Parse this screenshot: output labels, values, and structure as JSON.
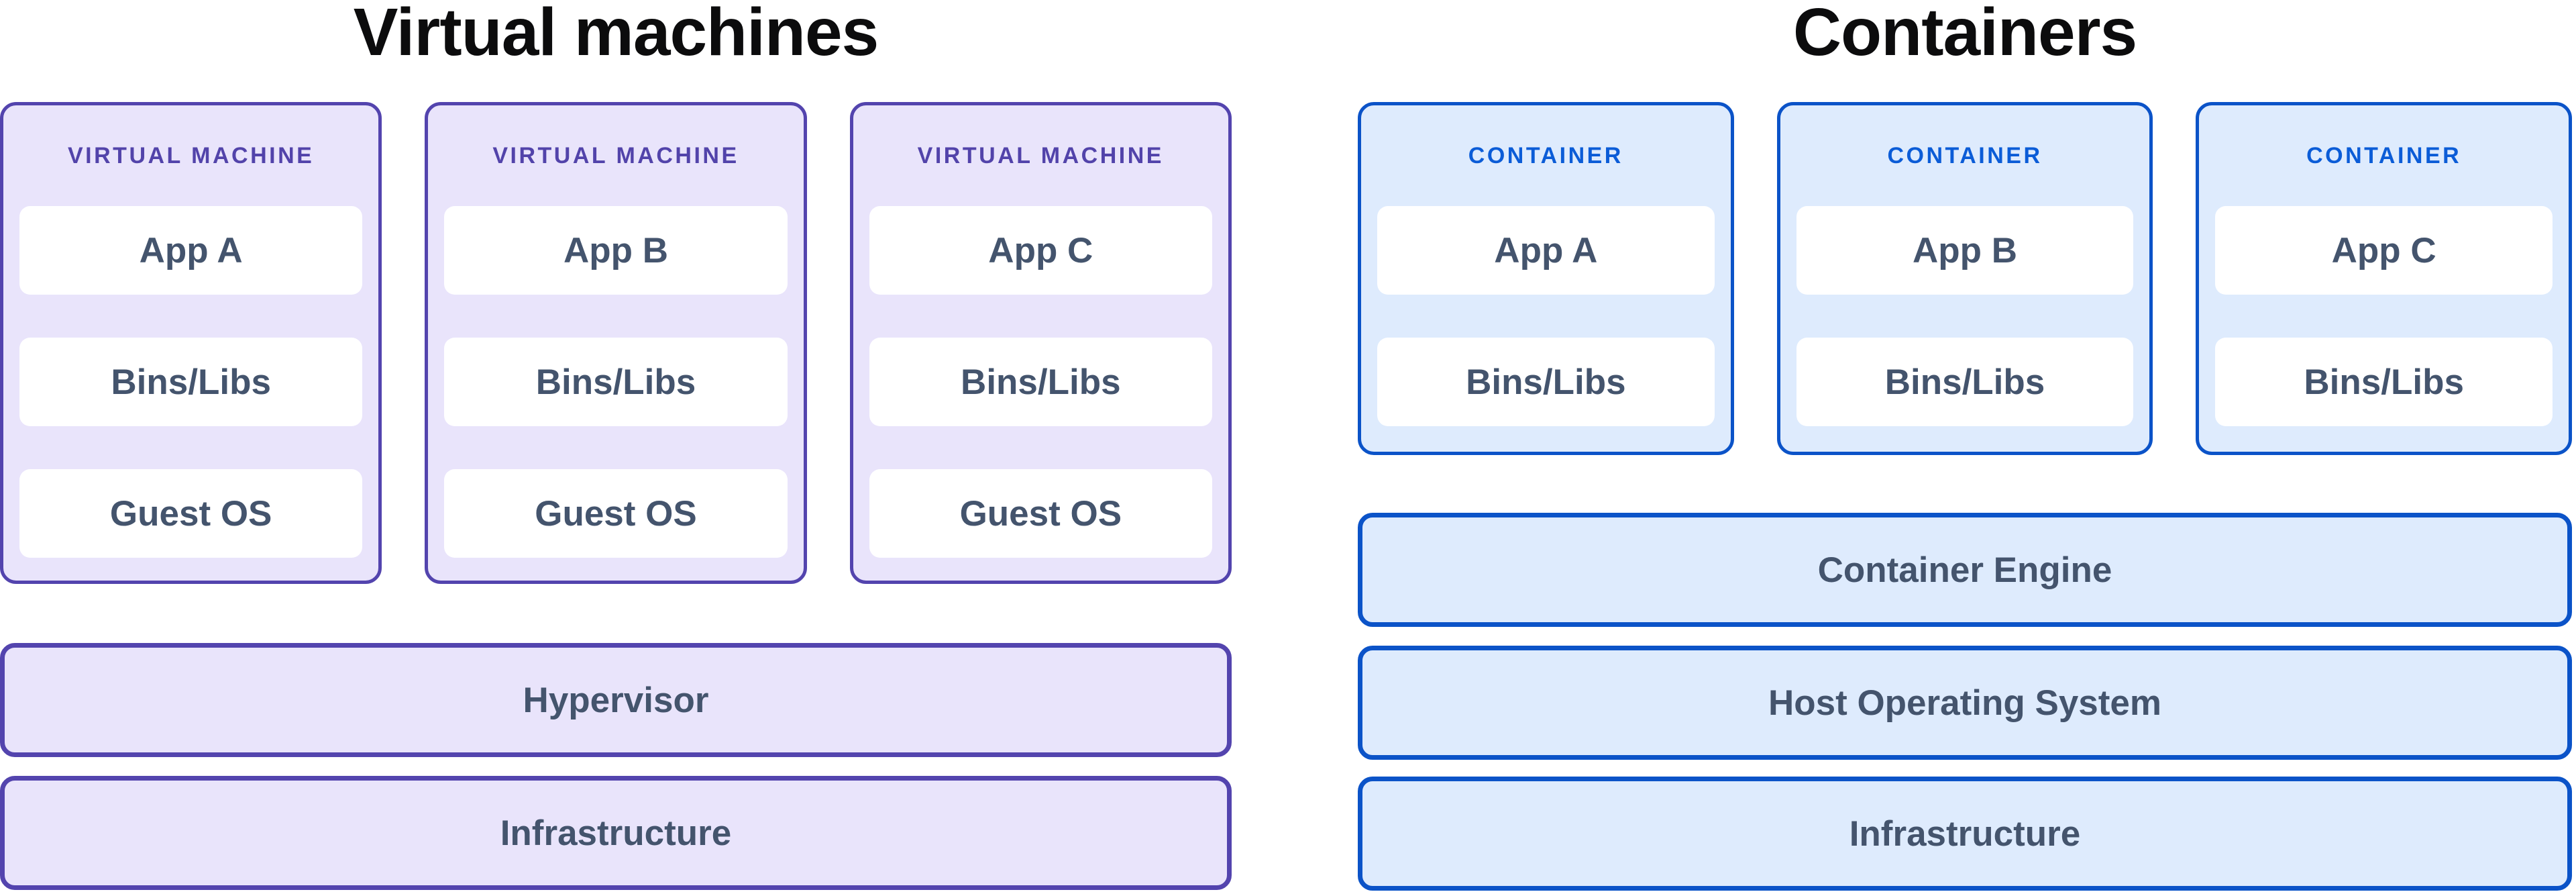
{
  "diagram": {
    "title_color": "#0c0c0d",
    "text_color": "#44546d",
    "left": {
      "title": "Virtual machines",
      "colors": {
        "border": "#5344ae",
        "fill": "#e9e4fb",
        "label": "#5243aa"
      },
      "cards": [
        {
          "label": "VIRTUAL MACHINE",
          "rows": [
            "App A",
            "Bins/Libs",
            "Guest OS"
          ]
        },
        {
          "label": "VIRTUAL MACHINE",
          "rows": [
            "App B",
            "Bins/Libs",
            "Guest OS"
          ]
        },
        {
          "label": "VIRTUAL MACHINE",
          "rows": [
            "App C",
            "Bins/Libs",
            "Guest OS"
          ]
        }
      ],
      "bars": [
        "Hypervisor",
        "Infrastructure"
      ]
    },
    "right": {
      "title": "Containers",
      "colors": {
        "border": "#0b53c8",
        "fill": "#deebfd",
        "label": "#0b5cd7"
      },
      "cards": [
        {
          "label": "CONTAINER",
          "rows": [
            "App A",
            "Bins/Libs"
          ]
        },
        {
          "label": "CONTAINER",
          "rows": [
            "App B",
            "Bins/Libs"
          ]
        },
        {
          "label": "CONTAINER",
          "rows": [
            "App C",
            "Bins/Libs"
          ]
        }
      ],
      "bars": [
        "Container Engine",
        "Host Operating System",
        "Infrastructure"
      ]
    }
  }
}
